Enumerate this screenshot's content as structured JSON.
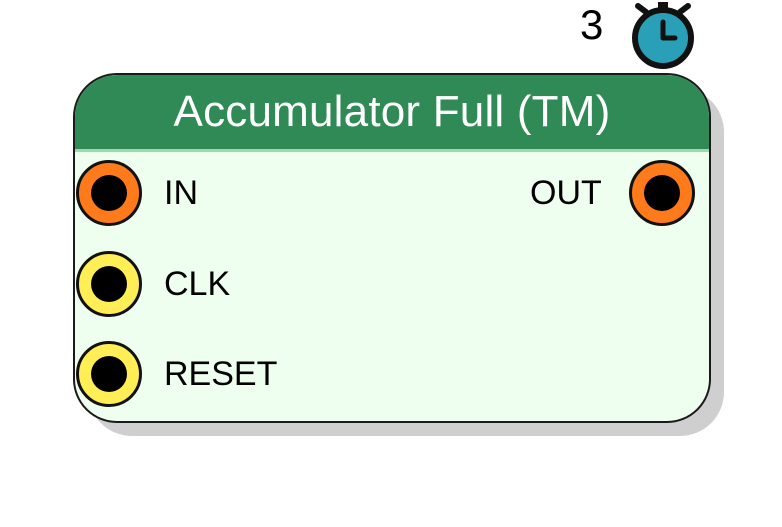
{
  "block": {
    "title": "Accumulator Full (TM)",
    "header_color": "#2f8a55",
    "body_color": "#efffef"
  },
  "timer": {
    "count": "3",
    "icon": "stopwatch-icon",
    "color": "#2aa0b8"
  },
  "inputs": [
    {
      "label": "IN",
      "color": "#ff7a1a"
    },
    {
      "label": "CLK",
      "color": "#ffee55"
    },
    {
      "label": "RESET",
      "color": "#ffee55"
    }
  ],
  "outputs": [
    {
      "label": "OUT",
      "color": "#ff7a1a"
    }
  ]
}
